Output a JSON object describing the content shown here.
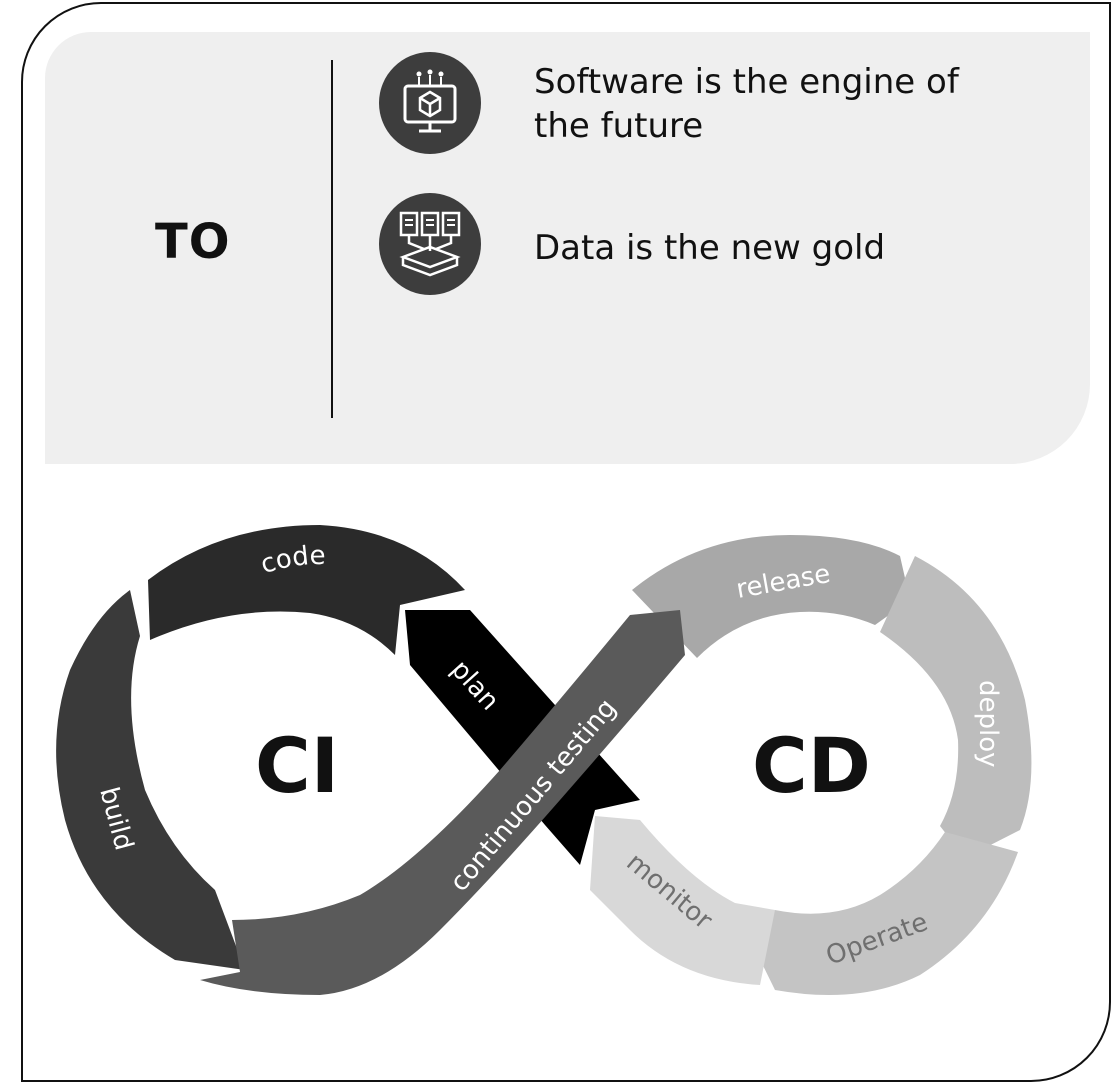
{
  "header": {
    "to_label": "TO",
    "statements": [
      {
        "text_line1": "Software is the engine of",
        "text_line2": "the future",
        "icon": "monitor-cube-icon"
      },
      {
        "text_line1": "Data is the new gold",
        "text_line2": "",
        "icon": "data-documents-icon"
      }
    ]
  },
  "diagram": {
    "left_loop_label": "CI",
    "right_loop_label": "CD",
    "segments": {
      "code": "code",
      "plan": "plan",
      "build": "build",
      "continuous_testing": "continuous testing",
      "release": "release",
      "deploy": "deploy",
      "operate": "Operate",
      "monitor": "monitor"
    },
    "colors": {
      "code": "#2a2a2a",
      "build": "#3a3a3a",
      "plan": "#000000",
      "testing": "#5a5a5a",
      "release": "#a8a8a8",
      "deploy": "#bdbdbd",
      "operate": "#c4c4c4",
      "monitor": "#d8d8d8"
    }
  }
}
